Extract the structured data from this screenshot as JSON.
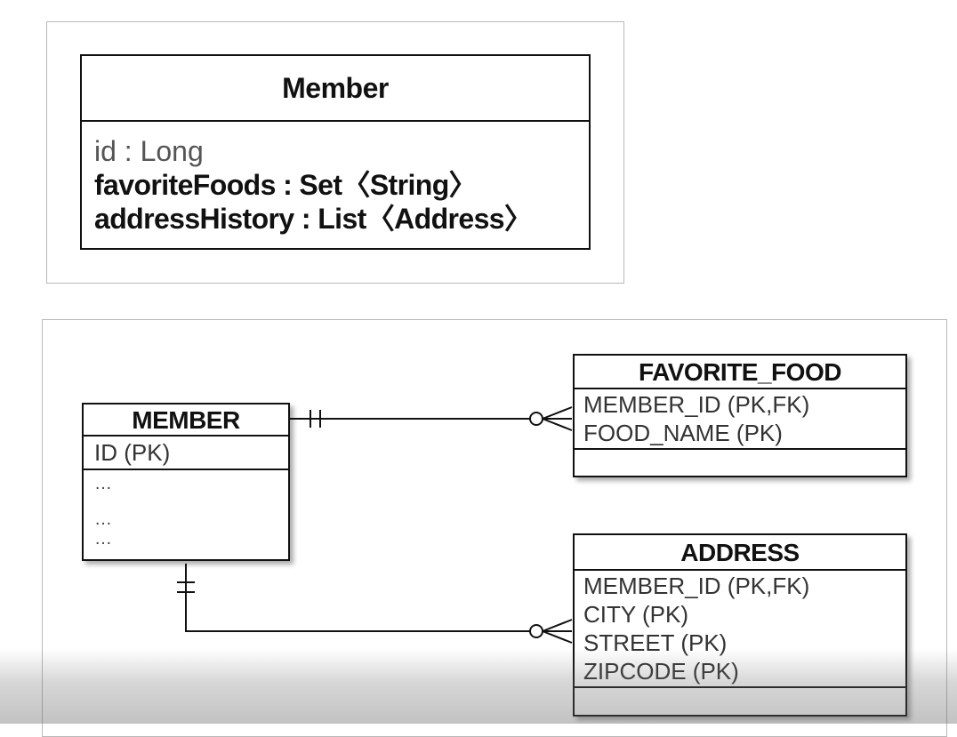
{
  "uml": {
    "class_name": "Member",
    "fields": [
      {
        "text": "id : Long",
        "style": "light"
      },
      {
        "text": "favoriteFoods : Set〈String〉",
        "style": "bold"
      },
      {
        "text": "addressHistory : List〈Address〉",
        "style": "bold"
      }
    ]
  },
  "erd": {
    "member": {
      "name": "MEMBER",
      "pk": "ID (PK)",
      "dots": [
        "…",
        "…",
        "…"
      ]
    },
    "favorite_food": {
      "name": "FAVORITE_FOOD",
      "columns": [
        "MEMBER_ID (PK,FK)",
        "FOOD_NAME (PK)"
      ]
    },
    "address": {
      "name": "ADDRESS",
      "columns": [
        "MEMBER_ID (PK,FK)",
        "CITY (PK)",
        "STREET (PK)",
        "ZIPCODE (PK)"
      ]
    },
    "relationships": [
      {
        "from": "MEMBER",
        "to": "FAVORITE_FOOD",
        "from_cardinality": "exactly-one",
        "to_cardinality": "zero-or-many"
      },
      {
        "from": "MEMBER",
        "to": "ADDRESS",
        "from_cardinality": "exactly-one",
        "to_cardinality": "zero-or-many"
      }
    ]
  }
}
